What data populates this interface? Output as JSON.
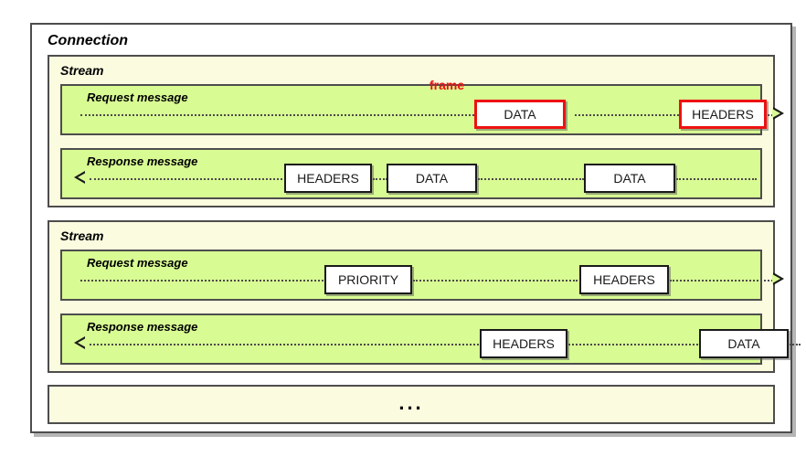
{
  "diagram": {
    "connection": {
      "title": "Connection"
    },
    "annotation": {
      "label": "frame"
    },
    "footer": {
      "ellipsis": "..."
    },
    "streams": [
      {
        "title": "Stream",
        "messages": [
          {
            "title": "Request message",
            "direction": "right",
            "frames": [
              {
                "label": "DATA",
                "highlighted": true
              },
              {
                "label": "HEADERS",
                "highlighted": true
              }
            ]
          },
          {
            "title": "Response message",
            "direction": "left",
            "frames": [
              {
                "label": "HEADERS",
                "highlighted": false
              },
              {
                "label": "DATA",
                "highlighted": false
              },
              {
                "label": "DATA",
                "highlighted": false
              }
            ]
          }
        ]
      },
      {
        "title": "Stream",
        "messages": [
          {
            "title": "Request message",
            "direction": "right",
            "frames": [
              {
                "label": "PRIORITY",
                "highlighted": false
              },
              {
                "label": "HEADERS",
                "highlighted": false
              }
            ]
          },
          {
            "title": "Response message",
            "direction": "left",
            "frames": [
              {
                "label": "HEADERS",
                "highlighted": false
              },
              {
                "label": "DATA",
                "highlighted": false
              }
            ]
          }
        ]
      }
    ]
  },
  "colors": {
    "stream_bg": "#fbfbe0",
    "message_bg": "#d9fb94",
    "border": "#4d4d4d",
    "highlight": "#ee1111"
  }
}
